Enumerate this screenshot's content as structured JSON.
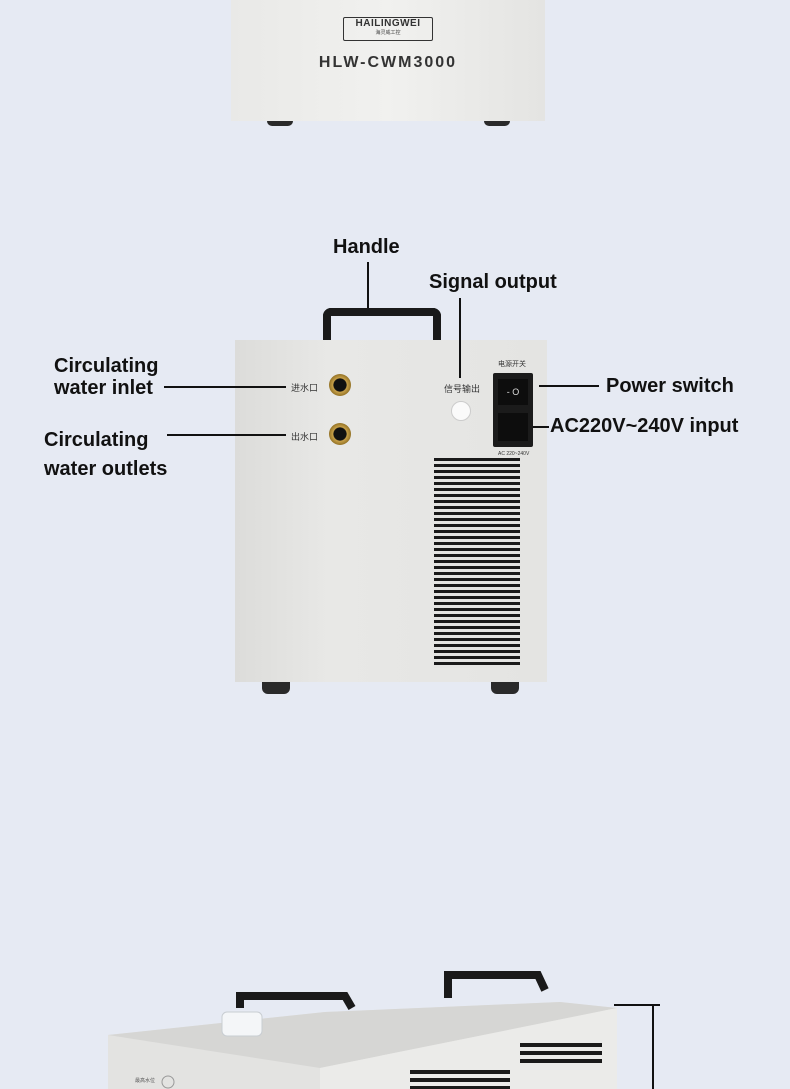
{
  "top_unit": {
    "brand": "HAILINGWEI",
    "brand_cn": "海灵威工控",
    "model": "HLW-CWM3000"
  },
  "back_unit": {
    "callouts": {
      "handle": "Handle",
      "signal_output": "Signal output",
      "inlet_1": "Circulating",
      "inlet_2": "water inlet",
      "outlet_1": "Circulating",
      "outlet_2": "water outlets",
      "power_switch": "Power switch",
      "ac_input": "AC220V~240V input"
    },
    "panel_text": {
      "inlet": "进水口",
      "outlet": "出水口",
      "signal": "信号输出",
      "power": "电源开关",
      "ac": "AC 220~240V",
      "switch": "- O"
    }
  },
  "bottom_unit": {
    "level_label": "最高水位"
  }
}
